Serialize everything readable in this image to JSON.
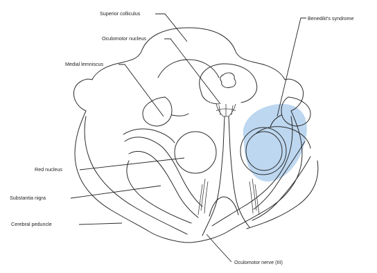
{
  "figure": {
    "labels": {
      "superior_colliculus": "Superior colliculus",
      "oculomotor_nucleus": "Oculomotor nucleus",
      "medial_lemniscus": "Medial lemniscus",
      "red_nucleus": "Red nucleus",
      "substantia_nigra": "Substantia nigra",
      "cerebral_peduncle": "Cerebral peduncle",
      "oculomotor_nerve": "Oculomotor nerve (III)",
      "benedikts_syndrome": "Benedikt's syndrome"
    },
    "colors": {
      "lesion_fill": "#bdd7f0",
      "outline": "#2a2a2a"
    }
  }
}
